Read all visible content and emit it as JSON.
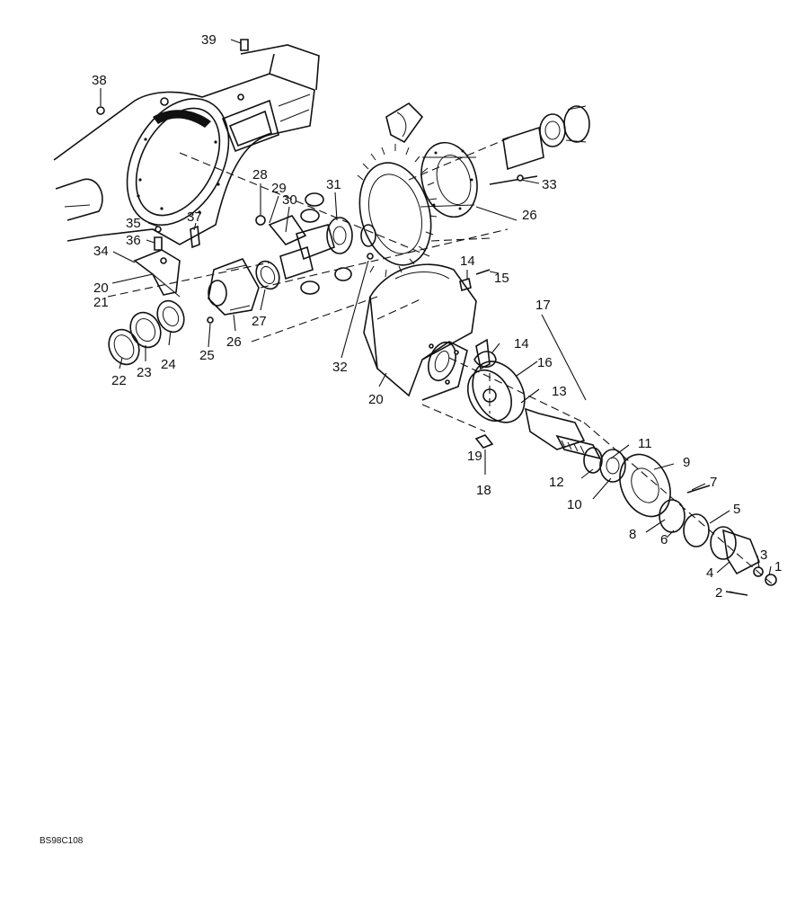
{
  "diagram_code": "BS98C108",
  "callouts": [
    {
      "id": "c1",
      "label": "1"
    },
    {
      "id": "c2",
      "label": "2"
    },
    {
      "id": "c3",
      "label": "3"
    },
    {
      "id": "c4",
      "label": "4"
    },
    {
      "id": "c5",
      "label": "5"
    },
    {
      "id": "c6",
      "label": "6"
    },
    {
      "id": "c7",
      "label": "7"
    },
    {
      "id": "c8",
      "label": "8"
    },
    {
      "id": "c9",
      "label": "9"
    },
    {
      "id": "c10",
      "label": "10"
    },
    {
      "id": "c11",
      "label": "11"
    },
    {
      "id": "c12",
      "label": "12"
    },
    {
      "id": "c13",
      "label": "13"
    },
    {
      "id": "c14a",
      "label": "14"
    },
    {
      "id": "c14b",
      "label": "14"
    },
    {
      "id": "c15",
      "label": "15"
    },
    {
      "id": "c16",
      "label": "16"
    },
    {
      "id": "c17",
      "label": "17"
    },
    {
      "id": "c18",
      "label": "18"
    },
    {
      "id": "c19",
      "label": "19"
    },
    {
      "id": "c20a",
      "label": "20"
    },
    {
      "id": "c20b",
      "label": "20"
    },
    {
      "id": "c21",
      "label": "21"
    },
    {
      "id": "c22",
      "label": "22"
    },
    {
      "id": "c23",
      "label": "23"
    },
    {
      "id": "c24",
      "label": "24"
    },
    {
      "id": "c25",
      "label": "25"
    },
    {
      "id": "c26a",
      "label": "26"
    },
    {
      "id": "c26b",
      "label": "26"
    },
    {
      "id": "c27",
      "label": "27"
    },
    {
      "id": "c28",
      "label": "28"
    },
    {
      "id": "c29",
      "label": "29"
    },
    {
      "id": "c30",
      "label": "30"
    },
    {
      "id": "c31",
      "label": "31"
    },
    {
      "id": "c32",
      "label": "32"
    },
    {
      "id": "c33",
      "label": "33"
    },
    {
      "id": "c34",
      "label": "34"
    },
    {
      "id": "c35",
      "label": "35"
    },
    {
      "id": "c36",
      "label": "36"
    },
    {
      "id": "c37",
      "label": "37"
    },
    {
      "id": "c38",
      "label": "38"
    },
    {
      "id": "c39",
      "label": "39"
    }
  ]
}
